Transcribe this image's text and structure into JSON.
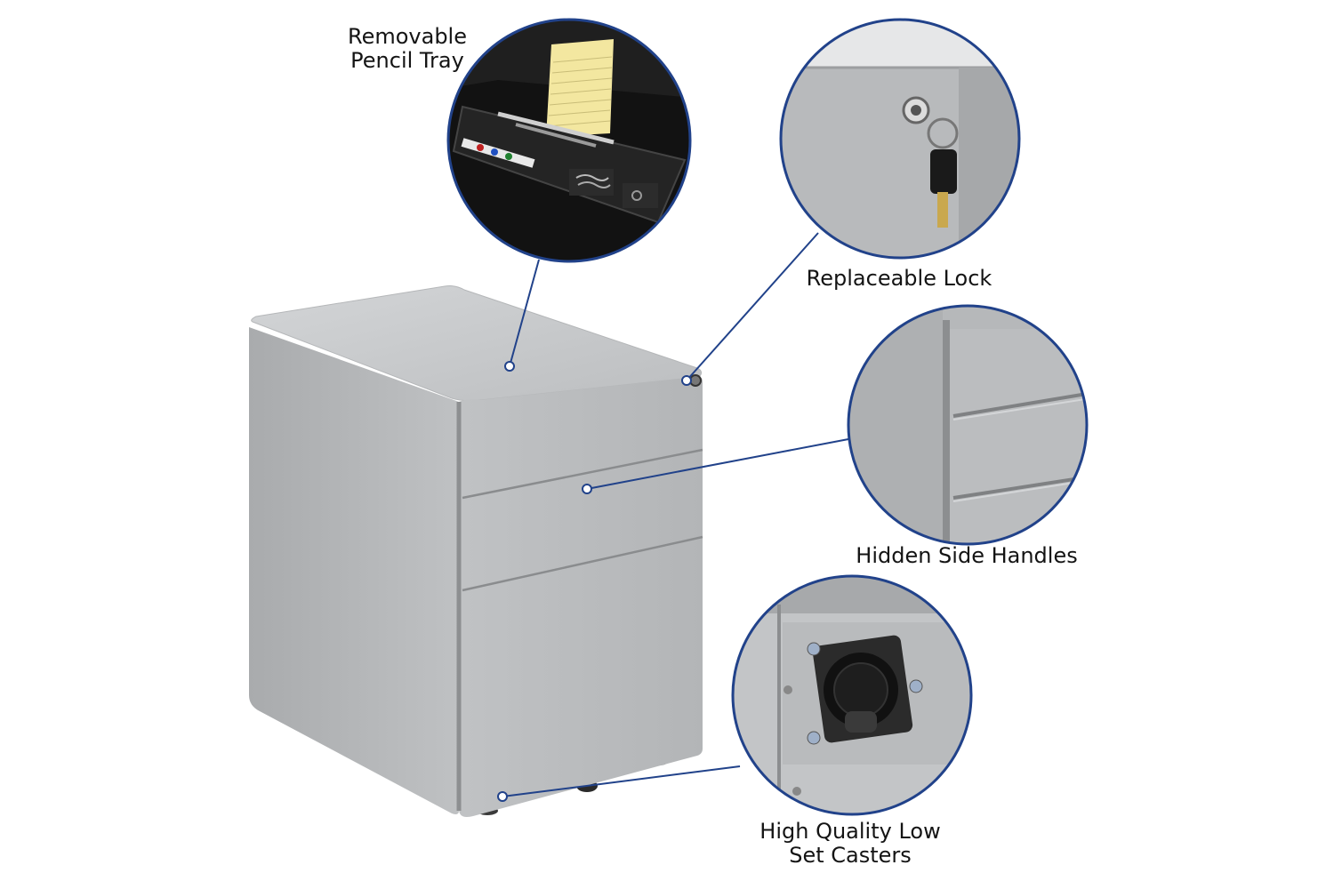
{
  "colors": {
    "accent_line": "#21428a",
    "cabinet_light": "#c4c6c8",
    "cabinet_mid": "#b2b4b6",
    "cabinet_dark": "#8e9092",
    "tray_black": "#151515"
  },
  "callouts": {
    "tray": {
      "line1": "Removable",
      "line2": "Pencil Tray"
    },
    "lock": {
      "line1": "Replaceable Lock"
    },
    "handles": {
      "line1": "Hidden Side Handles"
    },
    "casters": {
      "line1": "High Quality Low",
      "line2": "Set Casters"
    }
  },
  "icons": {
    "tray_detail": "pencil-tray-icon",
    "lock_detail": "key-lock-icon",
    "handles_detail": "side-handle-icon",
    "casters_detail": "caster-wheel-icon"
  }
}
